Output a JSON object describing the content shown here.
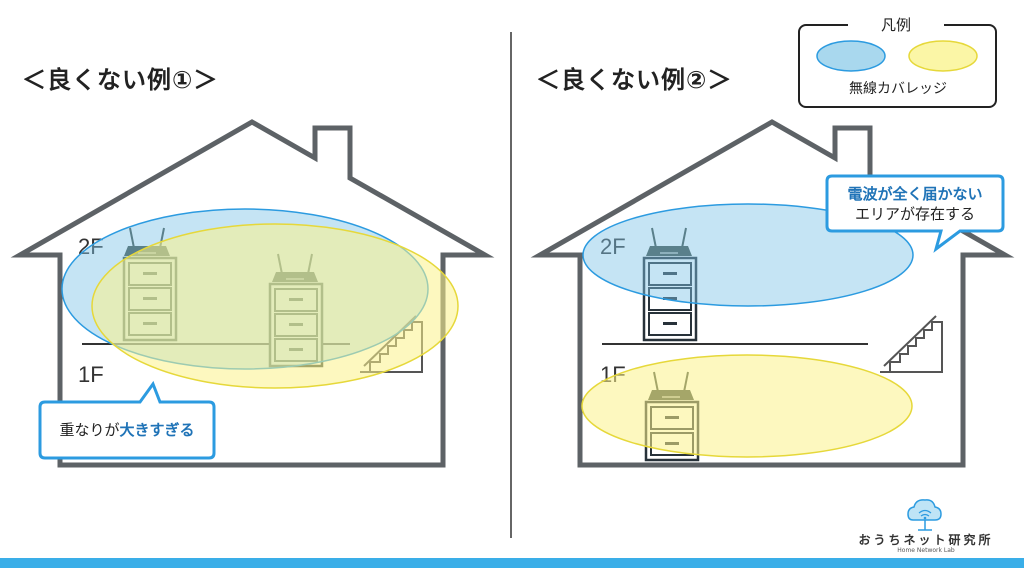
{
  "colors": {
    "house_outline": "#5d6266",
    "router_case": "#3d4a40",
    "cabinet_green": "#4a6b4f",
    "cabinet_dark": "#28323a",
    "blue_coverage": "#a9d8ee",
    "yellow_coverage": "#fbf6a6",
    "callout_border": "#2c9be0",
    "highlight_text": "#1f73b7",
    "bottom_bar": "#3aaee8"
  },
  "left_panel": {
    "title": "＜良くない例①＞",
    "floor_upper": "2F",
    "floor_lower": "1F",
    "callout": {
      "prefix": "重なりが",
      "highlight": "大きすぎる"
    }
  },
  "right_panel": {
    "title": "＜良くない例②＞",
    "floor_upper": "2F",
    "floor_lower": "1F",
    "callout": {
      "highlight": "電波が全く届かない",
      "line2": "エリアが存在する"
    }
  },
  "legend": {
    "title": "凡例",
    "caption": "無線カバレッジ"
  },
  "brand": {
    "name": "おうちネット研究所",
    "subtitle": "Home Network Lab"
  }
}
